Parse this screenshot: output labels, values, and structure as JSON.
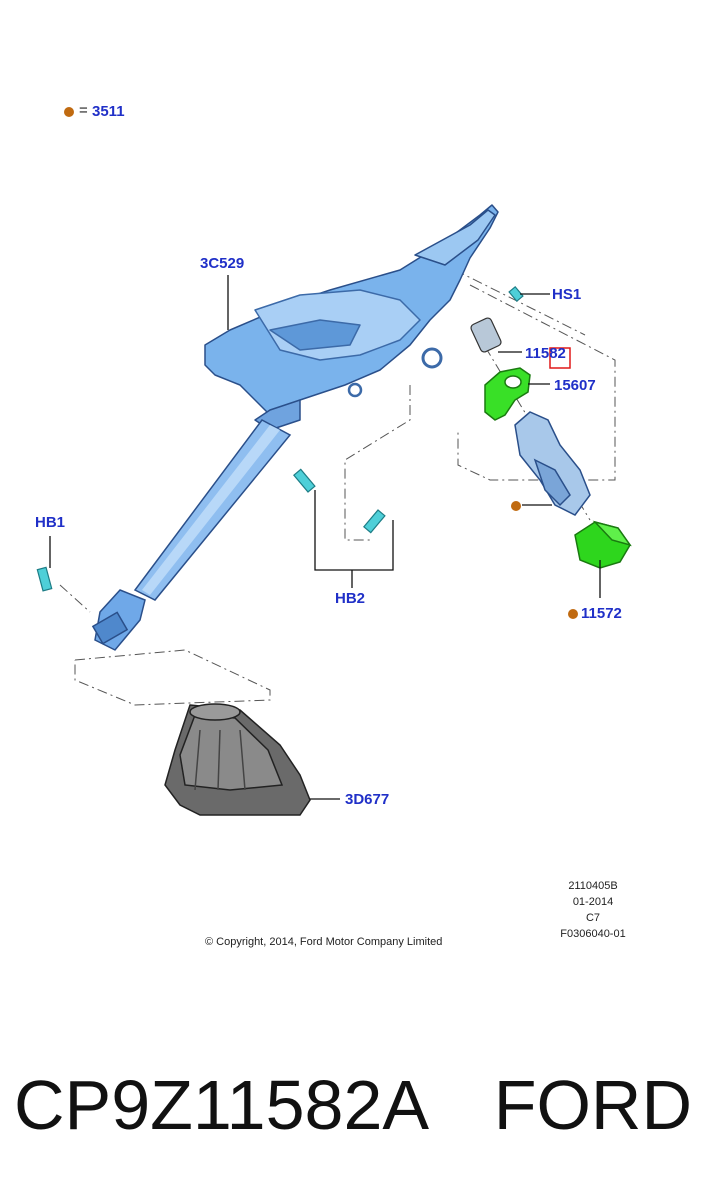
{
  "colors": {
    "label": "#2030c8",
    "part_blue": "#6fa8e8",
    "part_green": "#33dd22",
    "fastener_cyan": "#4ecfd8",
    "marker_orange": "#c06a10",
    "highlight_red": "#e01818"
  },
  "legend": {
    "equals": "=",
    "part": "3511"
  },
  "labels": {
    "column": "3C529",
    "shield": "HS1",
    "lock_cylinder": "11582",
    "bracket": "15607",
    "switch": "11572",
    "bolt_hb1": "HB1",
    "bolt_hb2": "HB2",
    "boot": "3D677"
  },
  "meta": {
    "ref1": "2110405B",
    "ref2": "01-2014",
    "ref3": "C7",
    "ref4": "F0306040-01"
  },
  "copyright": "© Copyright, 2014, Ford Motor Company Limited",
  "caption": {
    "part_number": "CP9Z11582A",
    "brand": "FORD"
  },
  "icons": [
    "orange-dot-icon",
    "bolt-icon",
    "bracket-icon",
    "switch-icon",
    "lock-cylinder-icon"
  ]
}
